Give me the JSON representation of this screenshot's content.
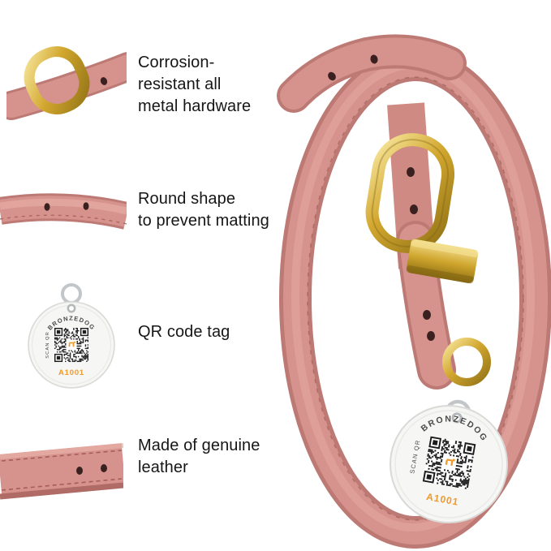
{
  "features": [
    {
      "id": "hardware",
      "label": "Corrosion-\nresistant all\nmetal hardware"
    },
    {
      "id": "round-shape",
      "label": "Round shape\nto prevent matting"
    },
    {
      "id": "qr-tag",
      "label": "QR code tag"
    },
    {
      "id": "leather",
      "label": "Made of genuine\nleather"
    }
  ],
  "tag": {
    "brand": "BRONZEDOG",
    "scan_label": "SCAN QR",
    "code": "A1001"
  },
  "colors": {
    "background": "#ffffff",
    "text": "#161616",
    "leather_pink": "#d6938d",
    "leather_shadow": "#bd7a75",
    "hardware_gold": "#d2a72f",
    "tag_face": "#f6f6f4",
    "tag_metal": "#c2c6c8",
    "tag_code_accent": "#ef9a2d",
    "hole": "#3a2120"
  }
}
